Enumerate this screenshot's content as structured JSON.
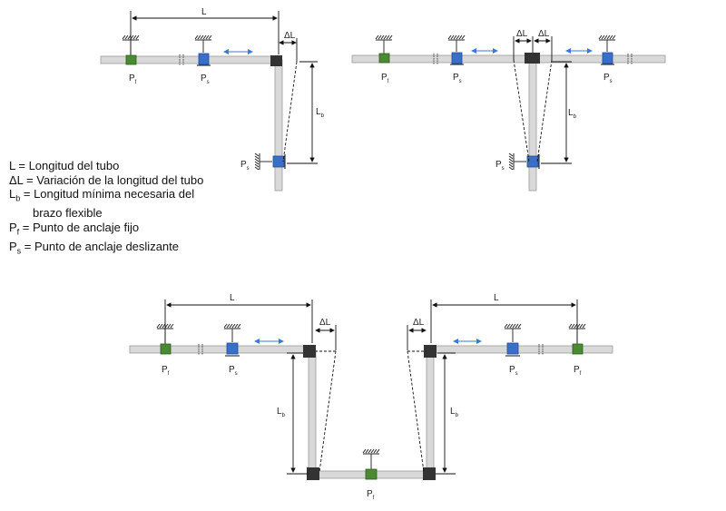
{
  "colors": {
    "fixed_anchor": "#4a8a32",
    "sliding_anchor": "#3a6fc9",
    "movement_arrow": "#3a7bd5",
    "pipe": "#d9d9d9",
    "elbow": "#333333"
  },
  "labels": {
    "L": "L",
    "dL": "ΔL",
    "Lb": "L",
    "b_sub": "b",
    "P": "P",
    "f_sub": "f",
    "s_sub": "s"
  },
  "legend": {
    "L_sym": "L",
    "L_text": " =  Longitud del tubo",
    "dL_sym": "ΔL",
    "dL_text": " = Variación de la longitud del tubo",
    "Lb_sym": "L",
    "Lb_sub": "b",
    "Lb_text": " = Longitud mínima necesaria del",
    "Lb_text2": "brazo flexible",
    "Pf_sym": "P",
    "Pf_sub": "f",
    "Pf_text": " = Punto de anclaje fijo",
    "Ps_sym": "P",
    "Ps_sub": "s",
    "Ps_text": " = Punto de anclaje deslizante"
  }
}
